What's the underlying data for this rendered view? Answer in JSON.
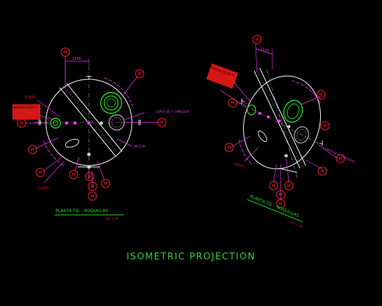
{
  "plan_view": {
    "dimension": "1130",
    "callouts": [
      "M",
      "M",
      "M",
      "M",
      "M",
      "M",
      "M",
      "M",
      "M",
      "M",
      "M"
    ],
    "label_left_top": "B-1068",
    "label_left_block": "BOQUILLAS DE 4\"",
    "label_right": "COPLE DE 3\" CANCELAS",
    "label_lower_right": "DN-1250",
    "label_lower_left": "CUARTO",
    "title": "PLANTA TQ. - BOQUILLAS",
    "scale": "ESC 1:20"
  },
  "iso_view": {
    "dimension": "1130",
    "callouts": [
      "M",
      "M",
      "M",
      "M",
      "M",
      "M",
      "M",
      "M",
      "M",
      "M",
      "M"
    ],
    "label_top_left": "BOQUILLAS DE 4\"",
    "label_right": "COPLE DE 3\" CANCELAS",
    "label_left": "CUARTO",
    "title": "PLANTA TQ. - BOQUILLAS",
    "scale": "ESC 1:20"
  },
  "caption": "ISOMETRIC PROJECTION",
  "colors": {
    "background": "#000000",
    "outline": "#ffffff",
    "leaders": "#ff33ff",
    "callouts": "#ff2222",
    "nozzles": "#22dd22",
    "caption": "#33cc33"
  }
}
